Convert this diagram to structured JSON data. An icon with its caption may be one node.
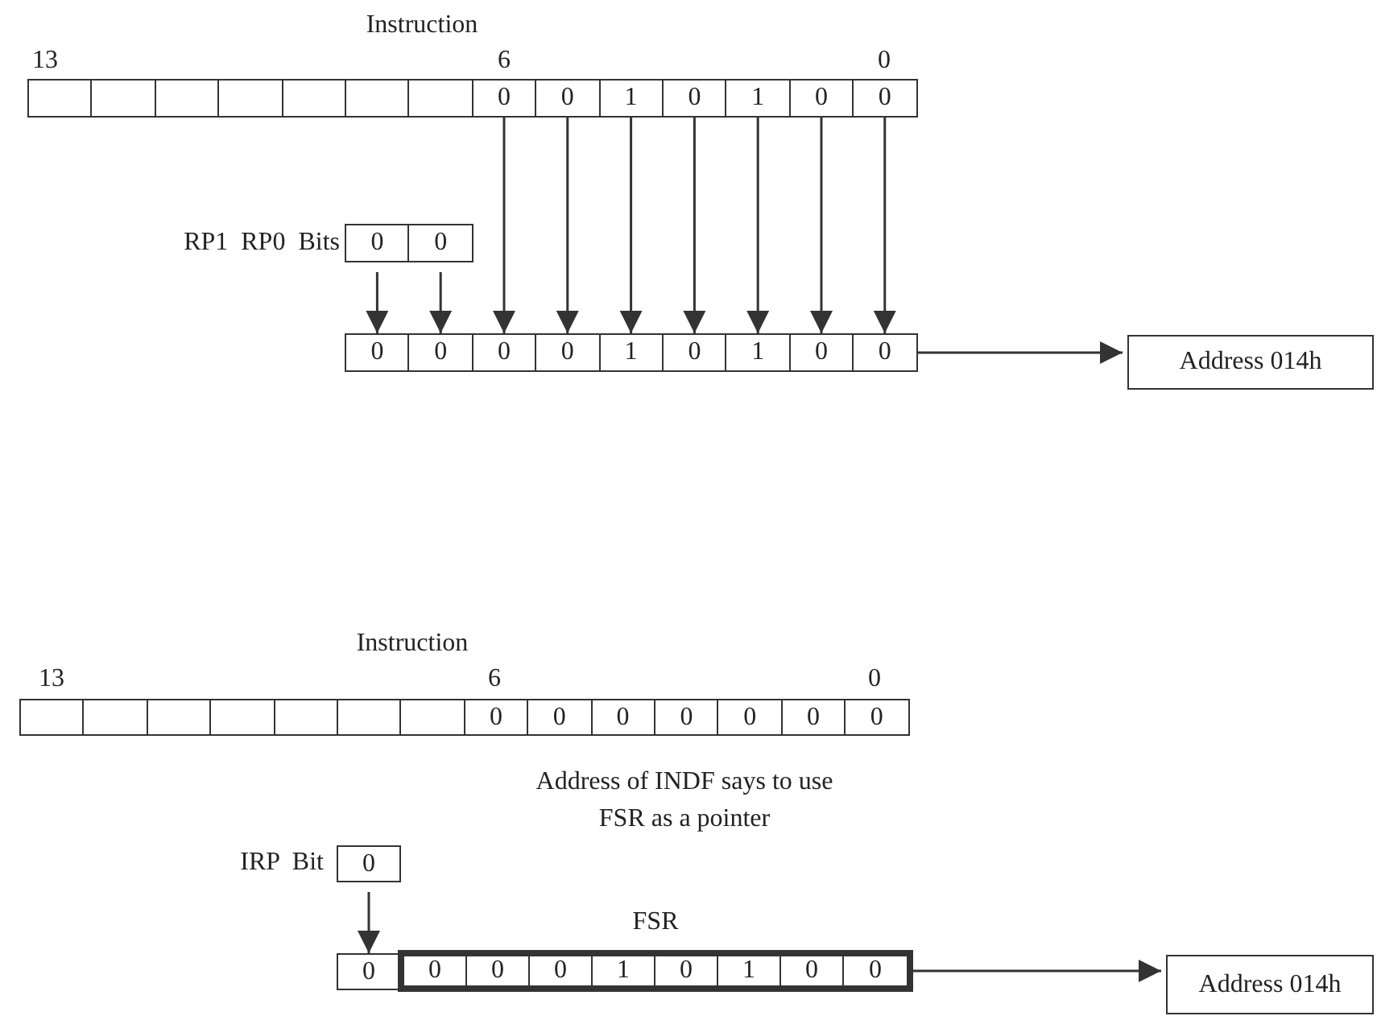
{
  "diagram": {
    "nodes": [
      {
        "text": [],
        "shape": "box"
      },
      {
        "text": [],
        "shape": "box"
      },
      {
        "text": [],
        "shape": "box"
      },
      {
        "text": [],
        "shape": "box"
      },
      {
        "text": [],
        "shape": "box"
      },
      {
        "text": [],
        "shape": "box"
      },
      {
        "text": [],
        "shape": "box"
      },
      {
        "text": [
          "0"
        ]
      },
      {
        "text": [
          "0"
        ]
      },
      {
        "text": [
          "1"
        ]
      },
      {
        "text": [
          "0"
        ]
      },
      {
        "text": [
          "1"
        ]
      },
      {
        "text": [
          "0"
        ]
      },
      {
        "text": [
          "0"
        ]
      },
      {
        "text": [
          "0"
        ]
      },
      {
        "text": [
          "0"
        ]
      },
      {
        "text": [
          "0"
        ]
      },
      {
        "text": [
          "0"
        ]
      },
      {
        "text": [
          "0"
        ]
      },
      {
        "text": [
          "0"
        ]
      },
      {
        "text": [
          "1"
        ]
      },
      {
        "text": [
          "0"
        ]
      },
      {
        "text": [
          "1"
        ]
      },
      {
        "text": [
          "0"
        ]
      },
      {
        "text": [
          "0"
        ]
      },
      {
        "text": [
          "Address 014h"
        ]
      },
      {
        "text": [],
        "shape": "box"
      },
      {
        "text": [],
        "shape": "box"
      },
      {
        "text": [],
        "shape": "box"
      },
      {
        "text": [],
        "shape": "box"
      },
      {
        "text": [],
        "shape": "box"
      },
      {
        "text": [],
        "shape": "box"
      },
      {
        "text": [],
        "shape": "box"
      },
      {
        "text": [
          "0"
        ]
      },
      {
        "text": [
          "0"
        ]
      },
      {
        "text": [
          "0"
        ]
      },
      {
        "text": [
          "0"
        ]
      },
      {
        "text": [
          "0"
        ]
      },
      {
        "text": [
          "0"
        ]
      },
      {
        "text": [
          "0"
        ]
      },
      {
        "text": [
          "0"
        ]
      },
      {
        "text": [
          "0"
        ]
      },
      {
        "text": [
          "FSR"
        ]
      },
      {
        "text": [
          "0"
        ],
        "in": 42
      },
      {
        "text": [
          "0"
        ],
        "in": 42
      },
      {
        "text": [
          "0"
        ],
        "in": 42
      },
      {
        "text": [
          "1"
        ],
        "in": 42
      },
      {
        "text": [
          "0"
        ],
        "in": 42
      },
      {
        "text": [
          "1"
        ],
        "in": 42
      },
      {
        "text": [
          "0"
        ],
        "in": 42
      },
      {
        "text": [
          "0"
        ],
        "in": 42
      },
      {
        "text": [
          "Address 014h"
        ]
      }
    ],
    "edges": [
      {
        "from": 7,
        "to": 18,
        "arrow": "to"
      },
      {
        "from": 8,
        "to": 19,
        "arrow": "to"
      },
      {
        "from": 9,
        "to": 20,
        "arrow": "to"
      },
      {
        "from": 10,
        "to": 21,
        "arrow": "to"
      },
      {
        "from": 11,
        "to": 22,
        "arrow": "to"
      },
      {
        "from": 12,
        "to": 23,
        "arrow": "to"
      },
      {
        "from": 13,
        "to": 24,
        "arrow": "to"
      },
      {
        "from": 14,
        "to": 16,
        "arrow": "to"
      },
      {
        "from": 15,
        "to": 17,
        "arrow": "to"
      },
      {
        "from": 24,
        "to": 25,
        "arrow": "to"
      },
      {
        "from": 40,
        "to": 41,
        "arrow": "to"
      },
      {
        "from": 42,
        "to": 51,
        "arrow": "to"
      }
    ],
    "labels": [
      "Instruction",
      "13",
      "6",
      "0",
      "RP1 RP0 Bits",
      "Instruction",
      "13",
      "6",
      "0",
      "Address of INDF says to use FSR as a pointer",
      "IRP Bit"
    ]
  }
}
